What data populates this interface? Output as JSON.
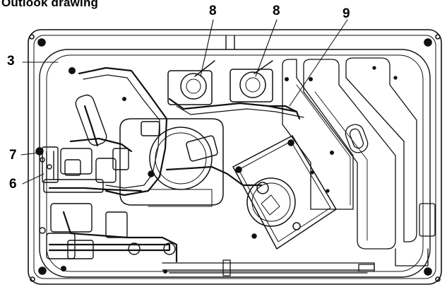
{
  "title": "Outlook drawing",
  "callouts": {
    "c3": "3",
    "c6": "6",
    "c7": "7",
    "c8a": "8",
    "c8b": "8",
    "c9": "9"
  }
}
